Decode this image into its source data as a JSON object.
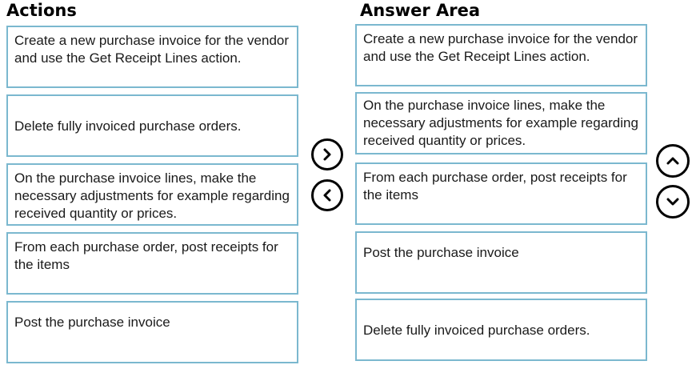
{
  "headings": {
    "actions": "Actions",
    "answer_area": "Answer Area"
  },
  "actions": [
    "Create a new purchase invoice for the vendor and use the Get Receipt Lines action.",
    "Delete fully invoiced purchase orders.",
    "On the purchase invoice lines, make the necessary adjustments for example regarding received quantity or prices.",
    "From each purchase order, post receipts for the items",
    "Post the purchase invoice"
  ],
  "answer_area": [
    "Create a new purchase invoice for the vendor and use the Get Receipt Lines action.",
    "On the purchase invoice lines, make the necessary adjustments for example regarding received quantity or prices.",
    "From each purchase order, post receipts for the items",
    "Post the purchase invoice",
    "Delete fully invoiced purchase orders."
  ],
  "controls": {
    "move_right_icon": "chevron-right-icon",
    "move_left_icon": "chevron-left-icon",
    "move_up_icon": "chevron-up-icon",
    "move_down_icon": "chevron-down-icon"
  },
  "colors": {
    "card_border": "#7bb8cf",
    "button_border": "#000000"
  }
}
